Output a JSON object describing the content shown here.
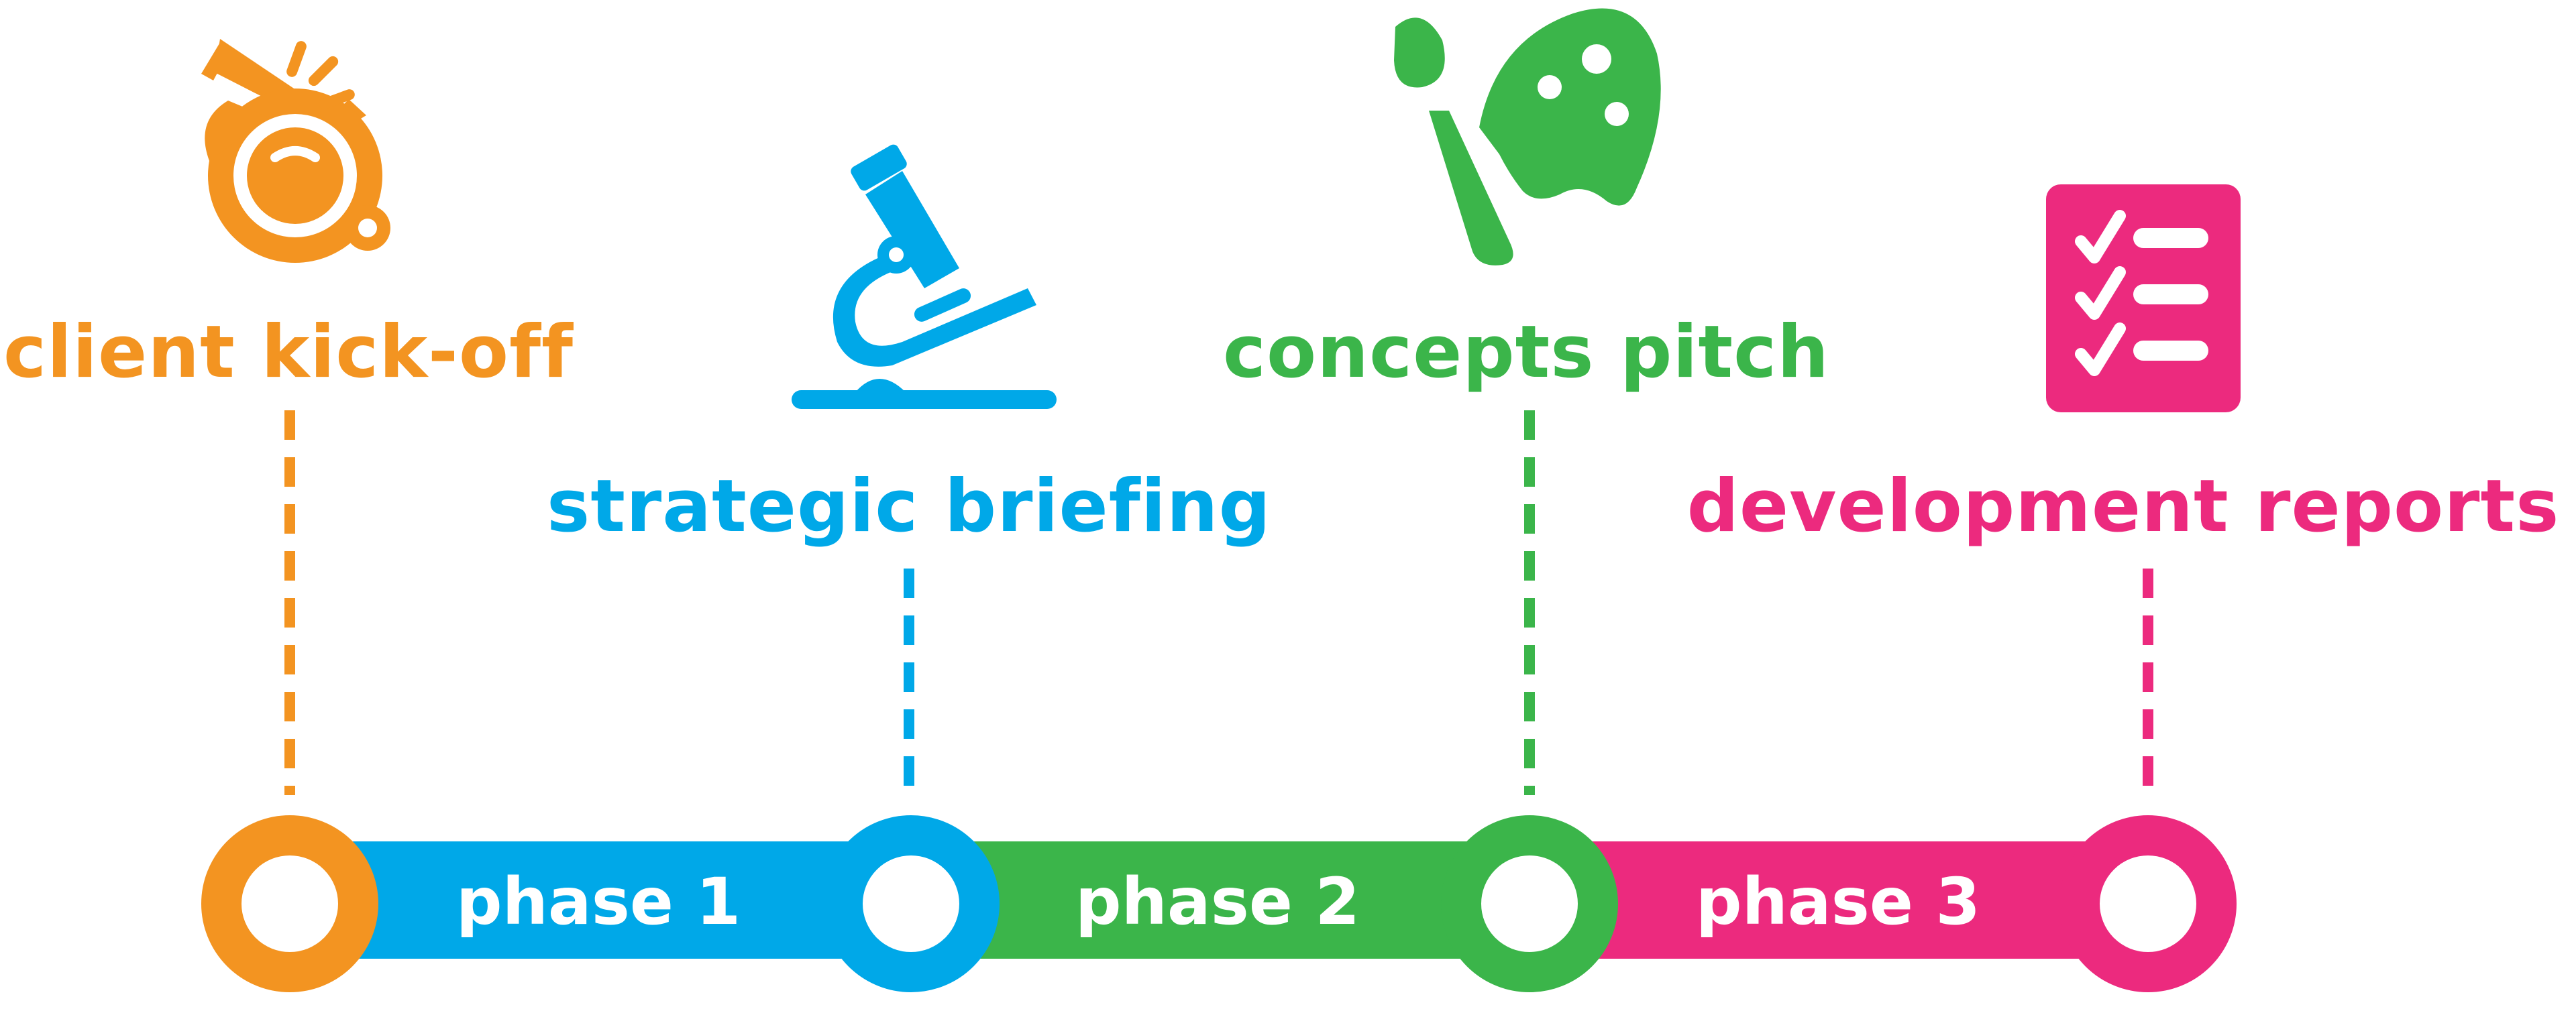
{
  "colors": {
    "orange": "#F39421",
    "blue": "#00A8E8",
    "green": "#3BB54A",
    "pink": "#EC2A7E",
    "white": "#FFFFFF"
  },
  "stages": [
    {
      "label": "client kick-off",
      "icon": "whistle-icon"
    },
    {
      "label": "strategic briefing",
      "icon": "microscope-icon"
    },
    {
      "label": "concepts pitch",
      "icon": "paint-palette-icon"
    },
    {
      "label": "development reports",
      "icon": "checklist-icon"
    }
  ],
  "phases": [
    {
      "label": "phase 1"
    },
    {
      "label": "phase 2"
    },
    {
      "label": "phase 3"
    }
  ]
}
